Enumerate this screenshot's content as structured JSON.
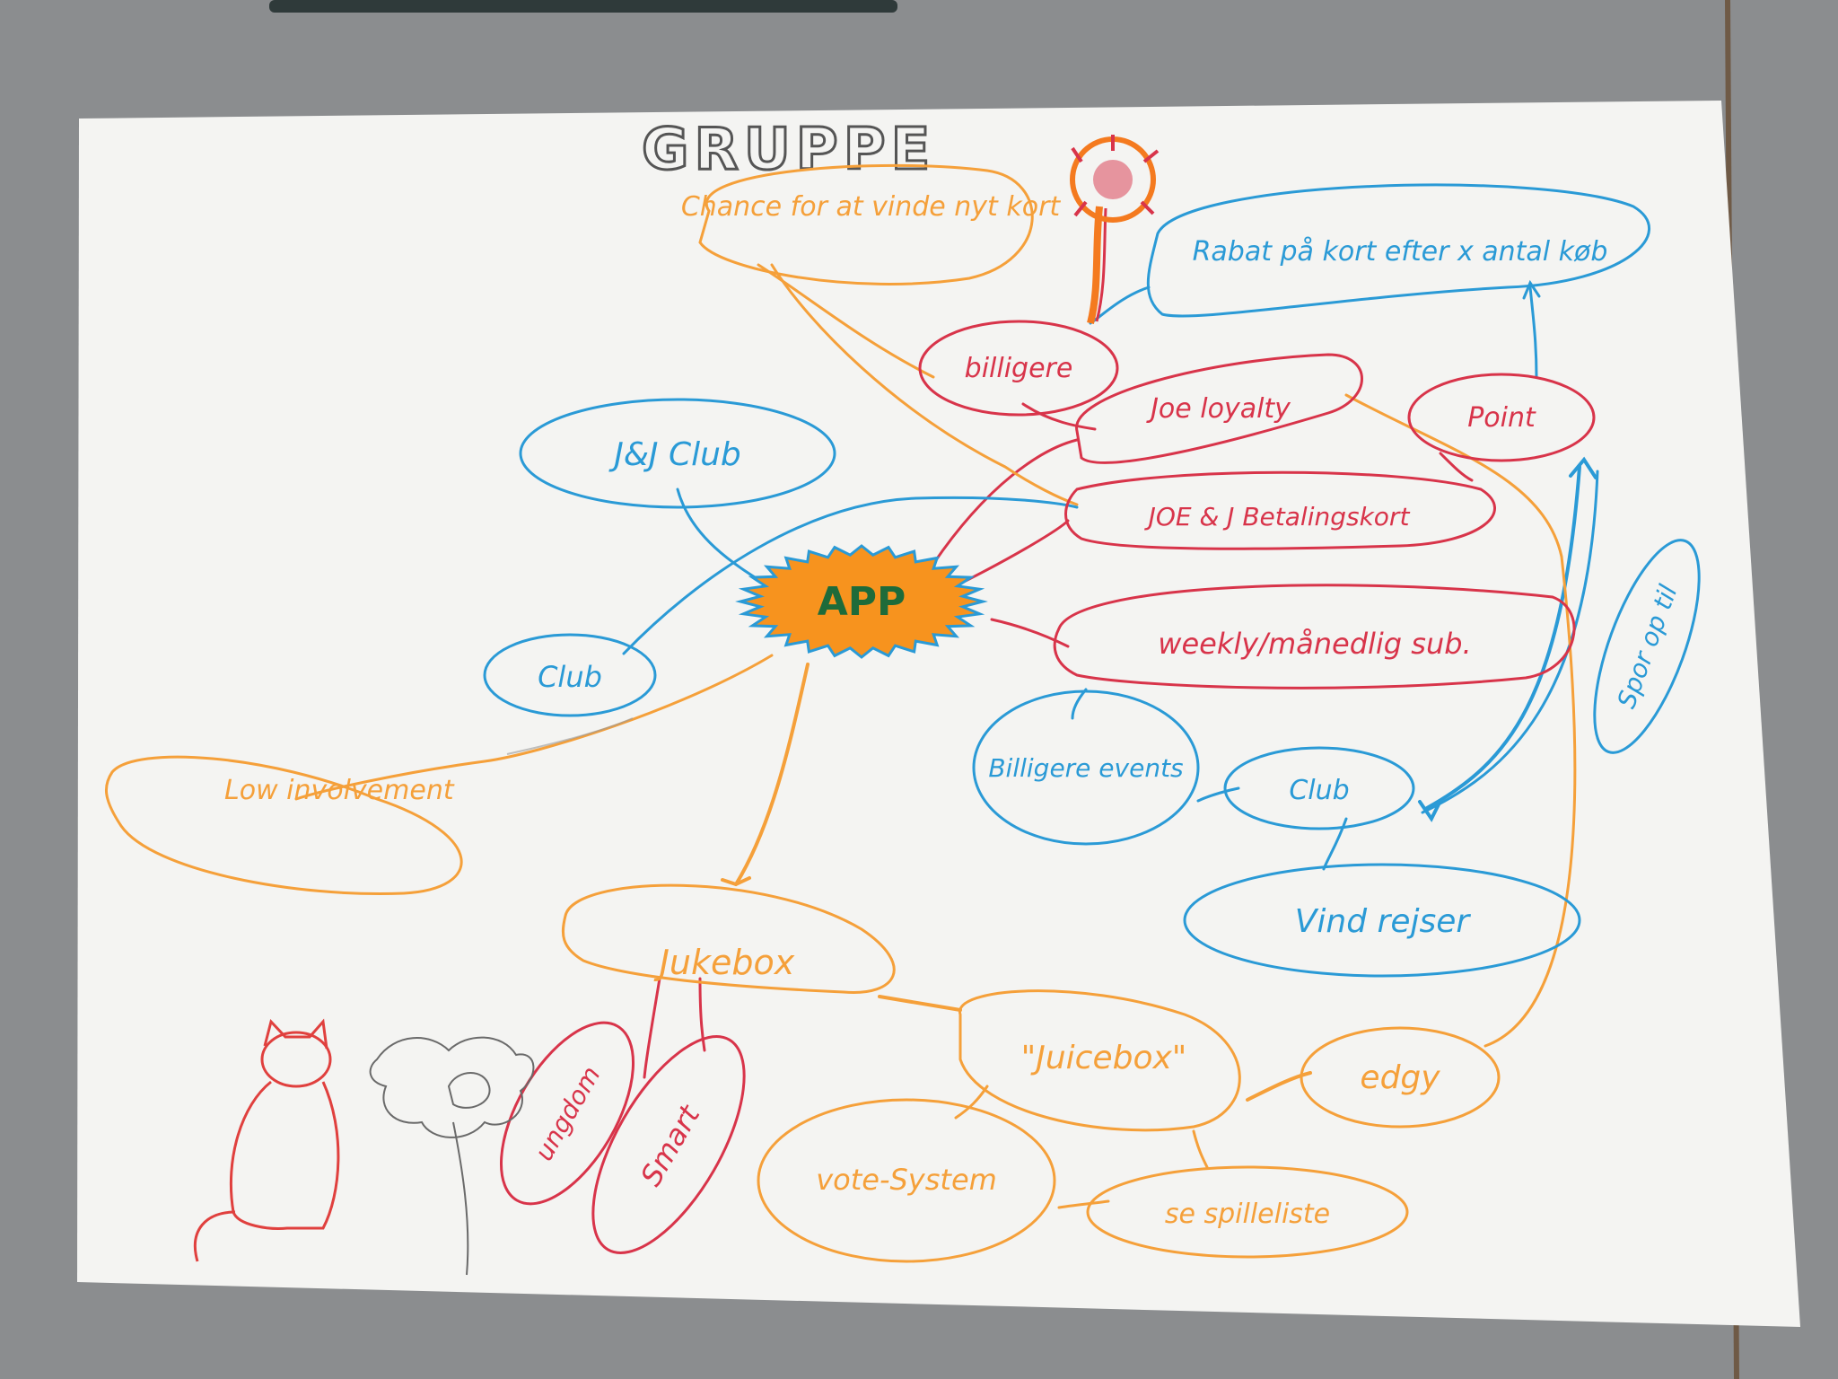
{
  "title": "GRUPPE",
  "colors": {
    "orange": "#f5a03a",
    "red": "#d8344a",
    "blue": "#2a9ad6",
    "bright_orange": "#f47a1f",
    "center_fill": "#f7931e",
    "center_text": "#1e6b3a",
    "paper": "#f4f4f2",
    "background": "#8b8d8f",
    "pencil": "#555555"
  },
  "center": "APP",
  "nodes": {
    "chance": "Chance for at vinde nyt kort",
    "rabat": "Rabat på kort efter x antal køb",
    "billigere": "billigere",
    "joe_loyalty": "Joe loyalty",
    "point": "Point",
    "jj_club": "J&J Club",
    "betalingskort": "JOE & J Betalingskort",
    "weekly": "weekly/månedlig sub.",
    "club_left": "Club",
    "low_involvement": "Low involvement",
    "billigere_events": "Billigere events",
    "club_right": "Club",
    "vind_rejser": "Vind rejser",
    "jukebox": "Jukebox",
    "juicebox": "\"Juicebox\"",
    "edgy": "edgy",
    "vote_system": "vote-System",
    "se_spilleliste": "se spilleliste",
    "smart": "Smart",
    "ungdom": "ungdom",
    "spor_op": "Spor op til"
  },
  "drawings": [
    "cat-sketch",
    "flower-sketch",
    "flower-doodle"
  ]
}
